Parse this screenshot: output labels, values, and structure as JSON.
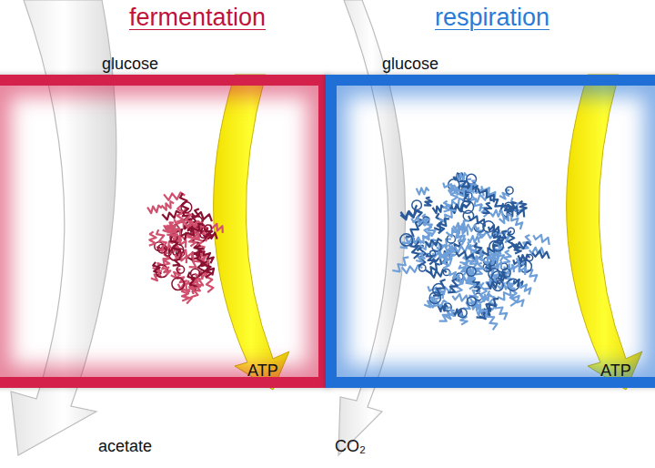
{
  "diagram": {
    "nodes": [
      {
        "text": [
          "fermentation"
        ]
      },
      {
        "text": [
          "respiration"
        ]
      }
    ],
    "labels": [
      "glucose",
      "glucose",
      "ATP",
      "ATP",
      "acetate",
      "CO₂"
    ]
  }
}
